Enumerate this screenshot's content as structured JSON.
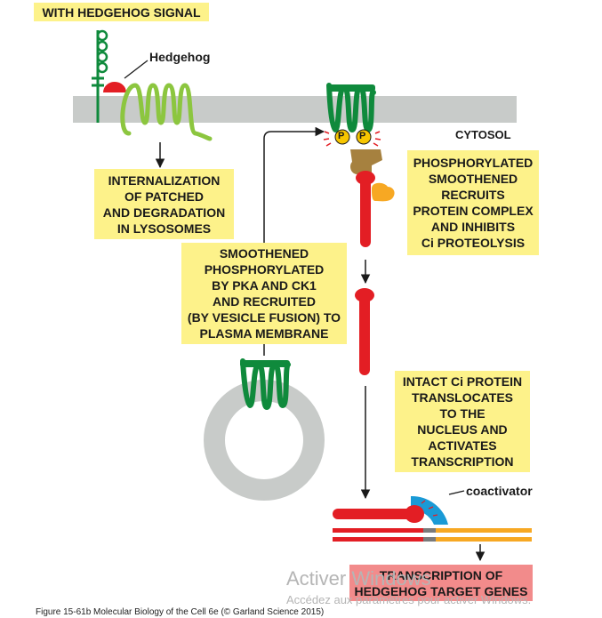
{
  "header": {
    "title": "WITH HEDGEHOG SIGNAL"
  },
  "labels": {
    "hedgehog": "Hedgehog",
    "cytosol": "CYTOSOL",
    "coactivator": "coactivator",
    "phospho": "P"
  },
  "boxes": {
    "internalization": [
      "INTERNALIZATION",
      "OF PATCHED",
      "AND DEGRADATION",
      "IN LYSOSOMES"
    ],
    "smoothened_phosphorylated": [
      "SMOOTHENED",
      "PHOSPHORYLATED",
      "BY PKA AND CK1",
      "AND RECRUITED",
      "(BY VESICLE FUSION) TO",
      "PLASMA MEMBRANE"
    ],
    "recruits_complex": [
      "PHOSPHORYLATED",
      "SMOOTHENED",
      "RECRUITS",
      "PROTEIN COMPLEX",
      "AND INHIBITS",
      "Ci PROTEOLYSIS"
    ],
    "ci_translocates": [
      "INTACT Ci PROTEIN",
      "TRANSLOCATES",
      "TO THE",
      "NUCLEUS AND",
      "ACTIVATES",
      "TRANSCRIPTION"
    ],
    "transcription": [
      "TRANSCRIPTION OF",
      "HEDGEHOG TARGET GENES"
    ]
  },
  "caption": "Figure 15-61b  Molecular Biology of the Cell 6e (© Garland Science 2015)",
  "watermark": {
    "title": "Activer Windows",
    "subtitle": "Accédez aux paramètres pour activer Windows."
  },
  "colors": {
    "box_yellow": "#fdf28a",
    "membrane_gray": "#c8cbc9",
    "patched_green": "#8cc63f",
    "smoothened_green": "#0f8a3c",
    "ci_red": "#e31e24",
    "coactivator_blue": "#1a9ad6",
    "dna_orange": "#f7a823",
    "kinase_brown": "#a6813f",
    "pka_orange": "#f7a823",
    "transcription_pink": "#f28b8b"
  }
}
